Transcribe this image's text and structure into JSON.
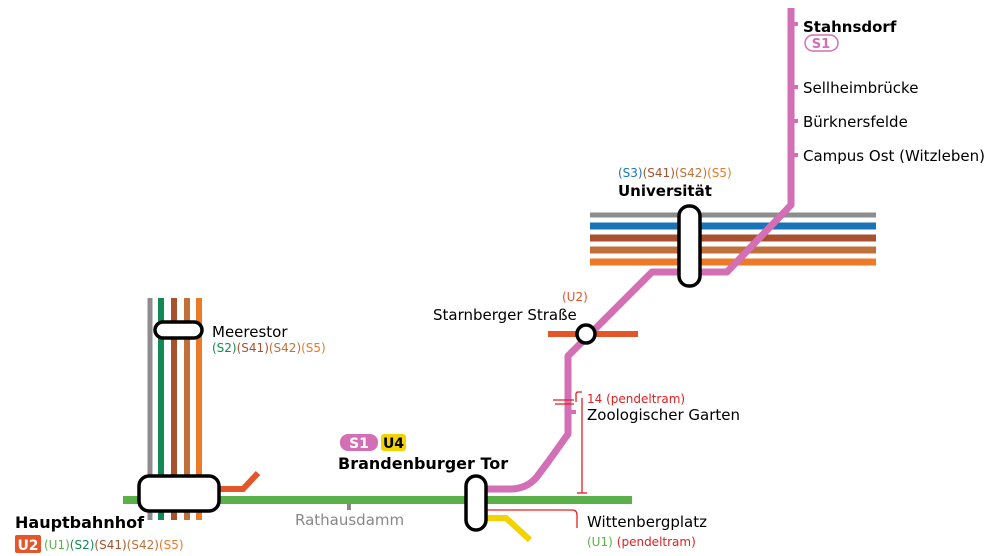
{
  "colors": {
    "s1": "#d36fb4",
    "s2": "#138a55",
    "s3": "#1b73b8",
    "s41": "#a8512f",
    "s42": "#c0703a",
    "s5": "#ec7a28",
    "u1": "#5cb04a",
    "u2": "#e5552a",
    "u4": "#f2d300",
    "tram": "#e02020",
    "grey_line": "#8d8d8d"
  },
  "stations": {
    "stahnsdorf": {
      "name": "Stahnsdorf",
      "badge": "S1"
    },
    "sellheimbruecke": {
      "name": "Sellheimbrücke"
    },
    "buerknersfelde": {
      "name": "Bürknersfelde"
    },
    "campus_ost": {
      "name": "Campus Ost (Witzleben)"
    },
    "universitaet": {
      "name": "Universität",
      "lines": [
        {
          "label": "(S3)",
          "color": "#1b73b8"
        },
        {
          "label": "(S41)",
          "color": "#a8512f"
        },
        {
          "label": "(S42)",
          "color": "#c0703a"
        },
        {
          "label": "(S5)",
          "color": "#ec7a28"
        }
      ]
    },
    "starnberger": {
      "name": "Starnberger Straße",
      "lines": [
        {
          "label": "(U2)",
          "color": "#e5552a"
        }
      ]
    },
    "zoologischer": {
      "name": "Zoologischer Garten",
      "tram": "14 (pendeltram)"
    },
    "brandenburger": {
      "name": "Brandenburger Tor",
      "badges": [
        {
          "label": "S1",
          "color": "#d36fb4",
          "text_color": "#ffffff"
        },
        {
          "label": "U4",
          "color": "#f2d300",
          "text_color": "#000000"
        }
      ]
    },
    "meerestor": {
      "name": "Meerestor",
      "lines": [
        {
          "label": "(S2)",
          "color": "#138a55"
        },
        {
          "label": "(S41)",
          "color": "#a8512f"
        },
        {
          "label": "(S42)",
          "color": "#c0703a"
        },
        {
          "label": "(S5)",
          "color": "#ec7a28"
        }
      ]
    },
    "hauptbahnhof": {
      "name": "Hauptbahnhof",
      "badge": "U2",
      "lines": [
        {
          "label": "(U1)",
          "color": "#5cb04a"
        },
        {
          "label": "(S2)",
          "color": "#138a55"
        },
        {
          "label": "(S41)",
          "color": "#a8512f"
        },
        {
          "label": "(S42)",
          "color": "#c0703a"
        },
        {
          "label": "(S5)",
          "color": "#ec7a28"
        }
      ]
    },
    "rathausdamm": {
      "name": "Rathausdamm"
    },
    "wittenbergplatz": {
      "name": "Wittenbergplatz",
      "lines": [
        {
          "label": "(U1)",
          "color": "#5cb04a"
        },
        {
          "label": "(pendeltram)",
          "color": "#e02020"
        }
      ]
    }
  }
}
